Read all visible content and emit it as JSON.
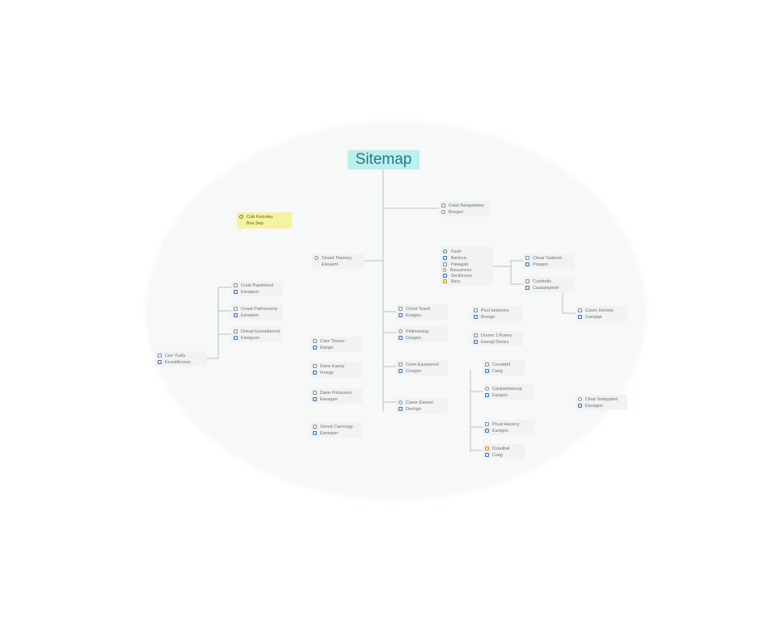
{
  "title": "Sitemap",
  "note": {
    "line1": "Cub Fumuley",
    "line2": "Box Sep"
  },
  "legend": [
    {
      "icon": "globe-icon",
      "label": "Pasts"
    },
    {
      "icon": "image-icon",
      "label": "Baminus"
    },
    {
      "icon": "page-icon",
      "label": "Pawagals"
    },
    {
      "icon": "link-icon",
      "label": "Basusmees"
    },
    {
      "icon": "doc-icon",
      "label": "Sectbevces"
    },
    {
      "icon": "folder-icon",
      "label": "Baco"
    }
  ],
  "nodes": [
    {
      "id": "n-top-right",
      "l1": "Dalat Bangedeker",
      "l2": "Bsngec"
    },
    {
      "id": "n-mid-left",
      "l1": "Sinast Tiwenoy",
      "l2": "Eleuaml"
    },
    {
      "id": "n-branch-a",
      "l1": "Cbear Gatenol",
      "l2": "Pnagon"
    },
    {
      "id": "n-branch-b",
      "l1": "Cunidefis",
      "l2": "Caatiampeier"
    },
    {
      "id": "n-far-right-1",
      "l1": "Coure Denisty",
      "l2": "Campqe"
    },
    {
      "id": "n-left-1",
      "l1": "Cnob Paebmerd",
      "l2": "Eanapon"
    },
    {
      "id": "n-left-2",
      "l1": "Cnaat Patmesrony",
      "l2": "Eanepon"
    },
    {
      "id": "n-left-3",
      "l1": "Deiuaf Esmaltamnd",
      "l2": "Emegcen"
    },
    {
      "id": "n-root-left",
      "l1": "Cerr Tudls",
      "l2": "Eeaubfocsse"
    },
    {
      "id": "n-col-1",
      "l1": "Cirnst Tsantl",
      "l2": "Enagou"
    },
    {
      "id": "n-col-2",
      "l1": "Peilmeiviog",
      "l2": "Dasgon"
    },
    {
      "id": "n-col-3",
      "l1": "Cemt Easepenol",
      "l2": "Cesgon"
    },
    {
      "id": "n-col-4",
      "l1": "Caeer Eaeant",
      "l2": "Deshgn"
    },
    {
      "id": "n-lower-1",
      "l1": "Canr Tbumu",
      "l2": "Eange"
    },
    {
      "id": "n-lower-2",
      "l1": "Dane Eaany",
      "l2": "Innegs"
    },
    {
      "id": "n-lower-3",
      "l1": "Dane Pobsnens",
      "l2": "Eansgon"
    },
    {
      "id": "n-lower-4",
      "l1": "Smnst Carnvogy",
      "l2": "Eanepon"
    },
    {
      "id": "n-right-1",
      "l1": "Poct lantenms",
      "l2": "Bnmge"
    },
    {
      "id": "n-right-2",
      "l1": "Drsme 1 Puerry",
      "l2": "Eaesgl Dsrary"
    },
    {
      "id": "n-right-3",
      "l1": "Ceustdef",
      "l2": "Casg"
    },
    {
      "id": "n-right-4",
      "l1": "Canipahwanup",
      "l2": "Eangon"
    },
    {
      "id": "n-right-5",
      "l1": "Poud Hacerry",
      "l2": "Eanigon"
    },
    {
      "id": "n-right-6",
      "l1": "Dzaulbal",
      "l2": "Cseg"
    },
    {
      "id": "n-far-right-2",
      "l1": "Cinat Sodsgsted",
      "l2": "Eanagon"
    }
  ]
}
